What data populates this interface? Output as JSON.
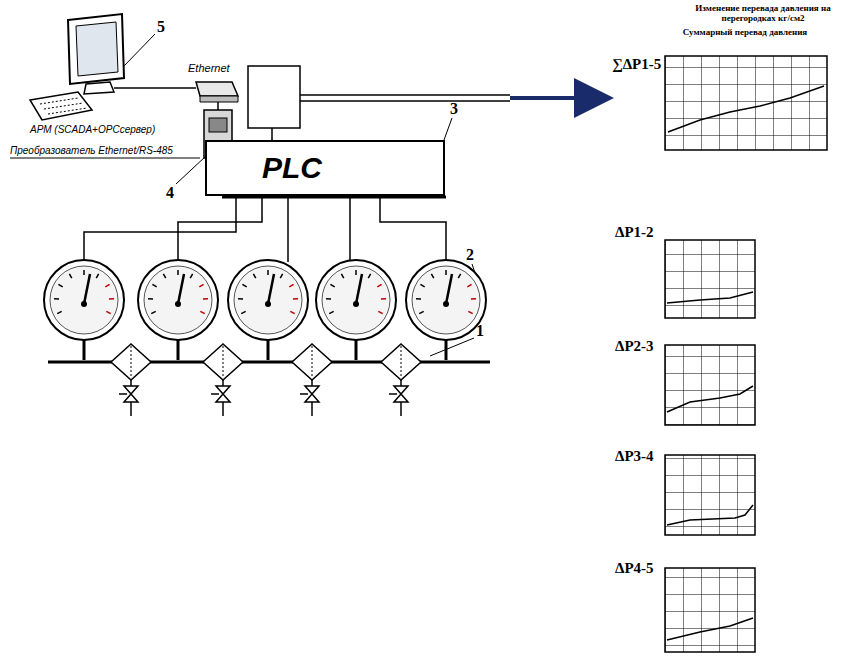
{
  "diagram": {
    "nodes": [
      {
        "text": [
          "PLC"
        ]
      }
    ],
    "labels": [
      "5",
      "Ethernet",
      "АРМ (SCADA+OPCсервер)",
      "Преобразователь Ethernet/RS-485",
      "4",
      "3",
      "2",
      "1",
      "Изменение перевада давления на перегородках кг/см2",
      "Суммарный перевад давления",
      "∑ΔP1-5",
      "ΔP1-2",
      "ΔP2-3",
      "ΔP3-4",
      "ΔP4-5"
    ]
  }
}
